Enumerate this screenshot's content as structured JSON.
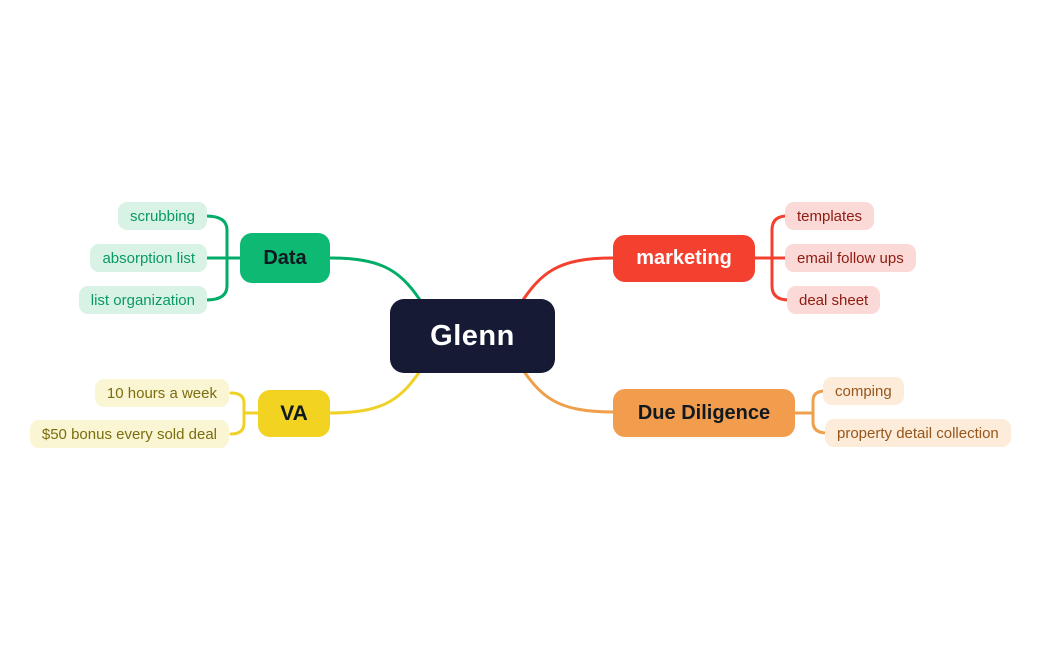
{
  "canvas": {
    "background": "#ffffff"
  },
  "center": {
    "label": "Glenn",
    "bg": "#161a34",
    "text_color": "#ffffff"
  },
  "branches": [
    {
      "id": "data",
      "label": "Data",
      "side": "left",
      "node_bg": "#0eb974",
      "node_text": "#101820",
      "line_color": "#00ad68",
      "child_bg": "#d8f2e5",
      "child_text": "#0b9a63",
      "children": [
        "scrubbing",
        "absorption list",
        "list organization"
      ]
    },
    {
      "id": "marketing",
      "label": "marketing",
      "side": "right",
      "node_bg": "#f4402e",
      "node_text": "#ffffff",
      "line_color": "#f4402e",
      "child_bg": "#fbd9d7",
      "child_text": "#8f1b10",
      "children": [
        "templates",
        "email follow ups",
        "deal sheet"
      ]
    },
    {
      "id": "va",
      "label": "VA",
      "side": "left",
      "node_bg": "#f2d321",
      "node_text": "#101820",
      "line_color": "#f0d128",
      "child_bg": "#faf5d2",
      "child_text": "#7a6e0e",
      "children": [
        "10 hours a week",
        "$50 bonus every sold deal"
      ]
    },
    {
      "id": "due-diligence",
      "label": "Due Diligence",
      "side": "right",
      "node_bg": "#f19d4d",
      "node_text": "#101820",
      "line_color": "#efa04c",
      "child_bg": "#fdecda",
      "child_text": "#96561b",
      "children": [
        "comping",
        "property detail collection"
      ]
    }
  ]
}
